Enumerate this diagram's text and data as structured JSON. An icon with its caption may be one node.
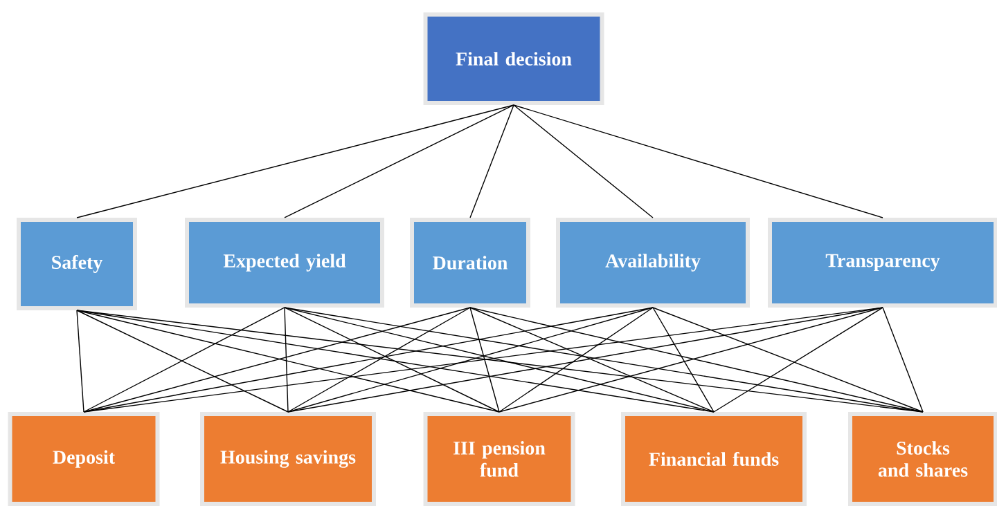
{
  "diagram": {
    "nodes": [
      {
        "text": [
          "Final decision"
        ]
      },
      {
        "text": [
          "Safety"
        ]
      },
      {
        "text": [
          "Expected yield"
        ]
      },
      {
        "text": [
          "Duration"
        ]
      },
      {
        "text": [
          "Availability"
        ]
      },
      {
        "text": [
          "Transparency"
        ]
      },
      {
        "text": [
          "Deposit"
        ]
      },
      {
        "text": [
          "Housing savings"
        ]
      },
      {
        "text": [
          "III pension fund"
        ]
      },
      {
        "text": [
          "Financial funds"
        ]
      },
      {
        "text": [
          "Stocks and shares"
        ]
      }
    ],
    "edges": [
      {
        "from": 0,
        "to": 1,
        "arrow": "none"
      },
      {
        "from": 0,
        "to": 2,
        "arrow": "none"
      },
      {
        "from": 0,
        "to": 3,
        "arrow": "none"
      },
      {
        "from": 0,
        "to": 4,
        "arrow": "none"
      },
      {
        "from": 0,
        "to": 5,
        "arrow": "none"
      },
      {
        "from": 1,
        "to": 6,
        "arrow": "none"
      },
      {
        "from": 1,
        "to": 7,
        "arrow": "none"
      },
      {
        "from": 1,
        "to": 8,
        "arrow": "none"
      },
      {
        "from": 1,
        "to": 9,
        "arrow": "none"
      },
      {
        "from": 1,
        "to": 10,
        "arrow": "none"
      },
      {
        "from": 2,
        "to": 6,
        "arrow": "none"
      },
      {
        "from": 2,
        "to": 7,
        "arrow": "none"
      },
      {
        "from": 2,
        "to": 8,
        "arrow": "none"
      },
      {
        "from": 2,
        "to": 9,
        "arrow": "none"
      },
      {
        "from": 2,
        "to": 10,
        "arrow": "none"
      },
      {
        "from": 3,
        "to": 6,
        "arrow": "none"
      },
      {
        "from": 3,
        "to": 7,
        "arrow": "none"
      },
      {
        "from": 3,
        "to": 8,
        "arrow": "none"
      },
      {
        "from": 3,
        "to": 9,
        "arrow": "none"
      },
      {
        "from": 3,
        "to": 10,
        "arrow": "none"
      },
      {
        "from": 4,
        "to": 6,
        "arrow": "none"
      },
      {
        "from": 4,
        "to": 7,
        "arrow": "none"
      },
      {
        "from": 4,
        "to": 8,
        "arrow": "none"
      },
      {
        "from": 4,
        "to": 9,
        "arrow": "none"
      },
      {
        "from": 4,
        "to": 10,
        "arrow": "none"
      },
      {
        "from": 5,
        "to": 6,
        "arrow": "none"
      },
      {
        "from": 5,
        "to": 7,
        "arrow": "none"
      },
      {
        "from": 5,
        "to": 8,
        "arrow": "none"
      },
      {
        "from": 5,
        "to": 9,
        "arrow": "none"
      },
      {
        "from": 5,
        "to": 10,
        "arrow": "none"
      }
    ]
  }
}
